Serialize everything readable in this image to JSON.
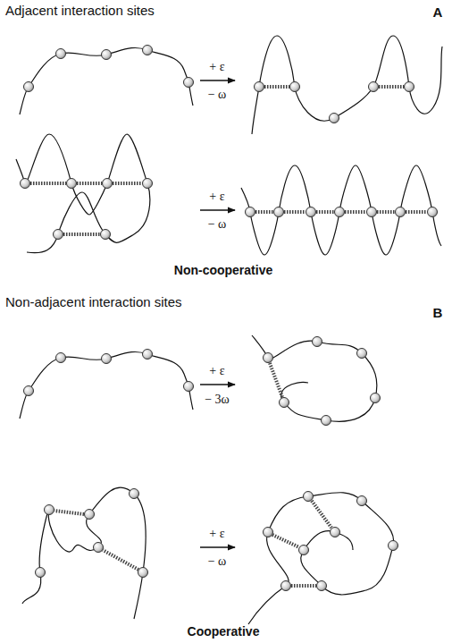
{
  "diagram": {
    "labels": [
      "Adjacent interaction sites",
      "A",
      "+ ε",
      "− ω",
      "+ ε",
      "− ω",
      "Non-cooperative",
      "Non-adjacent interaction sites",
      "B",
      "+ ε",
      "− 3ω",
      "+ ε",
      "− ω",
      "Cooperative"
    ]
  }
}
